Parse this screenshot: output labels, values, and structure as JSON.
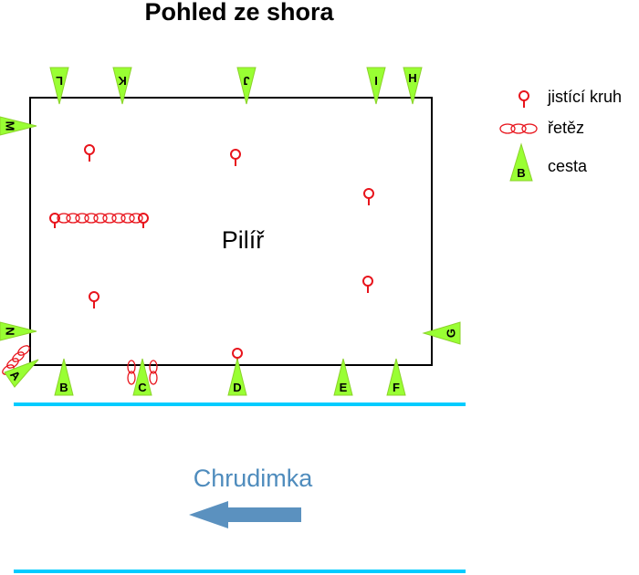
{
  "title": "Pohled ze shora",
  "pillar_label": "Pilíř",
  "river_label": "Chrudimka",
  "colors": {
    "route_fill": "#99ff33",
    "route_stroke": "#8bd22a",
    "anchor": "#e8141c",
    "river_line": "#00ccff",
    "arrow": "#5b91bf"
  },
  "legend": {
    "ring": "jistící kruh",
    "chain": "řetěz",
    "route": "cesta",
    "route_sample": "B"
  },
  "routes_top": [
    "L",
    "K",
    "J",
    "I",
    "H"
  ],
  "routes_left": [
    "M",
    "N",
    "A"
  ],
  "routes_right": [
    "G"
  ],
  "routes_bottom": [
    "B",
    "C",
    "D",
    "E",
    "F"
  ],
  "icons": [
    "ring-icon",
    "chain-icon",
    "route-triangle-icon",
    "arrow-left-icon"
  ]
}
